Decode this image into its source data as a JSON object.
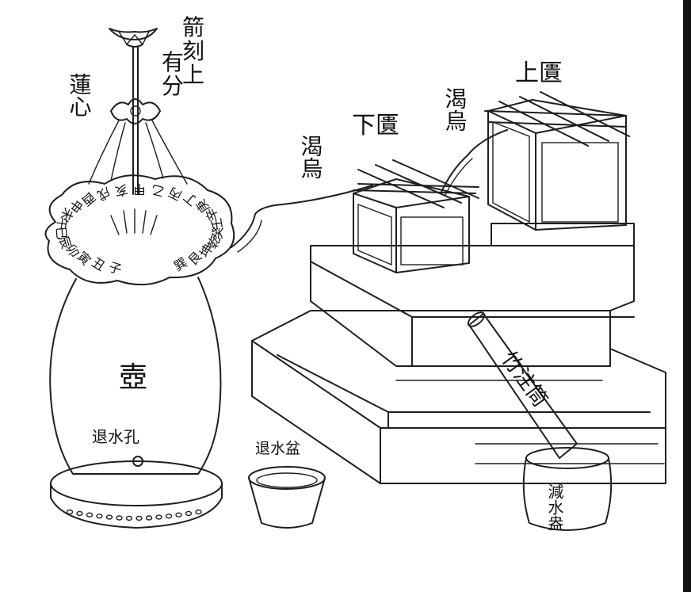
{
  "labels": {
    "lotus_heart": "蓮心",
    "arrow_scale": "箭刻上有分",
    "lower_tank": "下匱",
    "upper_tank": "上匱",
    "siphon_lower": "渴烏",
    "siphon_upper": "渴烏",
    "pot": "壺",
    "outlet_hole": "退水孔",
    "outlet_basin": "退水盆",
    "bamboo_tube": "竹注筒",
    "overflow_jar": "減水盎"
  },
  "dial_characters": [
    "子",
    "丑",
    "寅",
    "卯",
    "辰",
    "巳",
    "午",
    "未",
    "申",
    "酉",
    "戌",
    "亥",
    "甲",
    "乙",
    "丙",
    "丁",
    "庚",
    "辛",
    "壬",
    "癸",
    "乾",
    "坤",
    "艮",
    "巽"
  ]
}
